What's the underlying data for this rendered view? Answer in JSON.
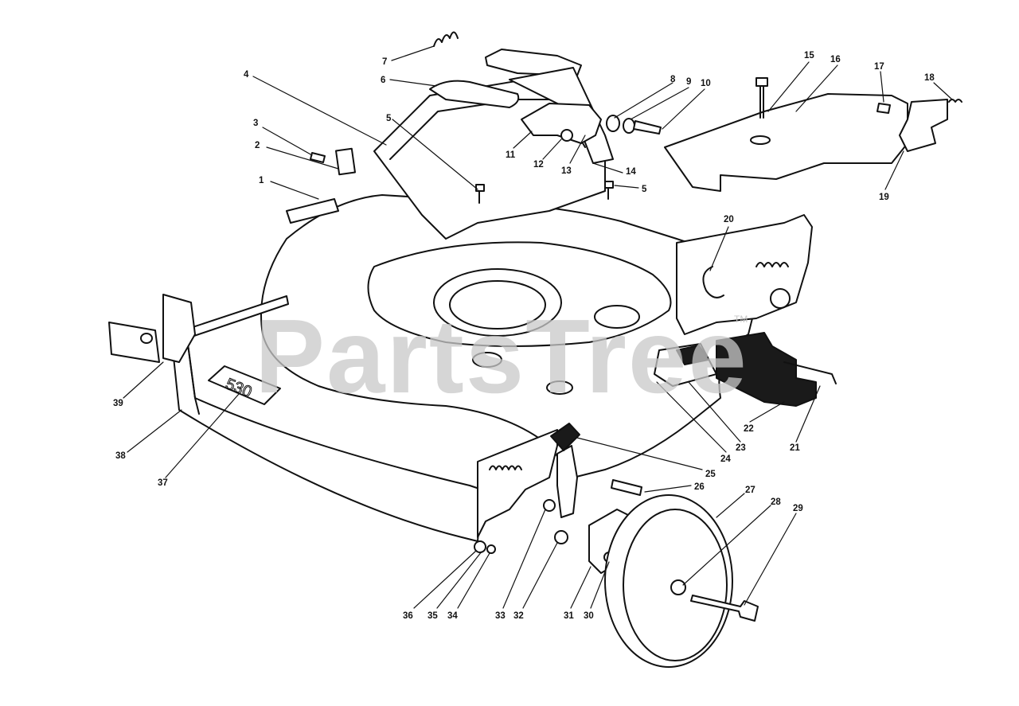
{
  "watermark": {
    "text": "PartsTree",
    "tm": "TM"
  },
  "deck_number": "530",
  "callouts": [
    {
      "n": "1"
    },
    {
      "n": "2"
    },
    {
      "n": "3"
    },
    {
      "n": "4"
    },
    {
      "n": "5"
    },
    {
      "n": "5"
    },
    {
      "n": "6"
    },
    {
      "n": "7"
    },
    {
      "n": "8"
    },
    {
      "n": "9"
    },
    {
      "n": "10"
    },
    {
      "n": "11"
    },
    {
      "n": "12"
    },
    {
      "n": "13"
    },
    {
      "n": "14"
    },
    {
      "n": "15"
    },
    {
      "n": "16"
    },
    {
      "n": "17"
    },
    {
      "n": "18"
    },
    {
      "n": "19"
    },
    {
      "n": "20"
    },
    {
      "n": "21"
    },
    {
      "n": "22"
    },
    {
      "n": "23"
    },
    {
      "n": "24"
    },
    {
      "n": "25"
    },
    {
      "n": "26"
    },
    {
      "n": "27"
    },
    {
      "n": "28"
    },
    {
      "n": "29"
    },
    {
      "n": "30"
    },
    {
      "n": "31"
    },
    {
      "n": "32"
    },
    {
      "n": "33"
    },
    {
      "n": "34"
    },
    {
      "n": "35"
    },
    {
      "n": "36"
    },
    {
      "n": "37"
    },
    {
      "n": "38"
    },
    {
      "n": "39"
    }
  ],
  "colors": {
    "line": "#111111",
    "fill": "#ffffff",
    "shade": "#2a2a2a",
    "watermark": "#c9c9c9"
  }
}
